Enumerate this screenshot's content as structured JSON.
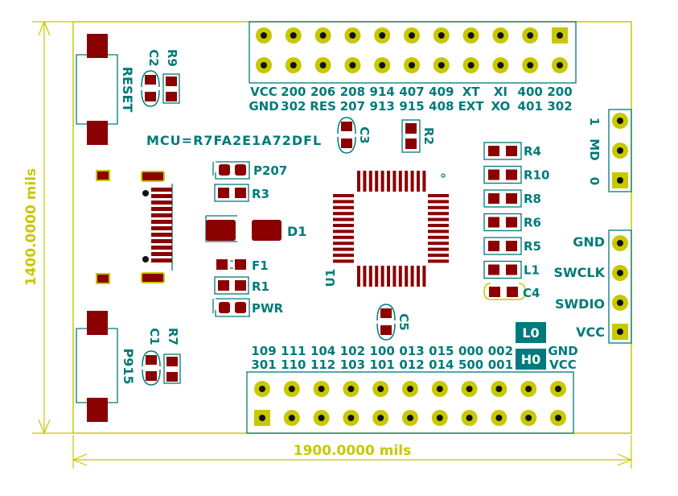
{
  "dimensions": {
    "width_label": "1900.0000 mils",
    "height_label": "1400.0000 mils"
  },
  "mcu_label": "MCU=R7FA2E1A72DFL",
  "colors": {
    "board_edge": "#c8c800",
    "silkscreen": "#007a7a",
    "copper": "#8b0000",
    "pad_ring": "#c8c800",
    "drill": "#111111"
  },
  "top_header": {
    "row1": [
      "VCC",
      "200",
      "206",
      "208",
      "914",
      "407",
      "409",
      "XT",
      "XI",
      "400",
      "200"
    ],
    "row2": [
      "GND",
      "302",
      "RES",
      "207",
      "913",
      "915",
      "408",
      "EXT",
      "XO",
      "401",
      "302"
    ]
  },
  "bottom_header": {
    "row1": [
      "109",
      "111",
      "104",
      "102",
      "100",
      "013",
      "015",
      "000",
      "002",
      "GND"
    ],
    "row2": [
      "301",
      "110",
      "112",
      "103",
      "101",
      "012",
      "014",
      "500",
      "001",
      "VCC"
    ]
  },
  "badges": {
    "l0": "L0",
    "h0": "H0"
  },
  "md_header": {
    "labels": [
      "1",
      "MD",
      "0"
    ]
  },
  "swd_header": {
    "labels": [
      "GND",
      "SWCLK",
      "SWDIO",
      "VCC"
    ]
  },
  "components": {
    "reset_switch": "RESET",
    "p915_switch": "P915",
    "c2": "C2",
    "r9": "R9",
    "c1": "C1",
    "r7": "R7",
    "c3": "C3",
    "r2": "R2",
    "c5": "C5",
    "p207": "P207",
    "r3": "R3",
    "d1": "D1",
    "f1": "F1",
    "r1": "R1",
    "pwr": "PWR",
    "u1": "U1",
    "right_column": [
      "R4",
      "R10",
      "R8",
      "R6",
      "R5",
      "L1",
      "C4"
    ]
  }
}
